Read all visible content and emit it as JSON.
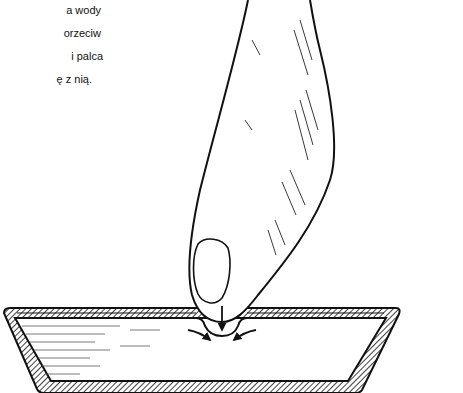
{
  "diagram": {
    "labels": [
      "a wody",
      "orzeciw",
      "i palca",
      "ę z nią."
    ]
  }
}
